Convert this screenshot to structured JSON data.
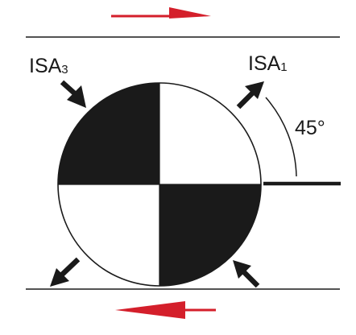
{
  "diagram": {
    "labels": {
      "isa3": {
        "main": "ISA",
        "sub": "3"
      },
      "isa1": {
        "main": "ISA",
        "sub": "1"
      },
      "angle": "45°"
    },
    "colors": {
      "ink": "#1a1a1a",
      "accent": "#d41f2b",
      "background": "#ffffff"
    },
    "icons": [
      "shear-arrow-right-icon",
      "shear-arrow-left-icon",
      "compression-arrow-icon",
      "extension-arrow-icon"
    ]
  }
}
